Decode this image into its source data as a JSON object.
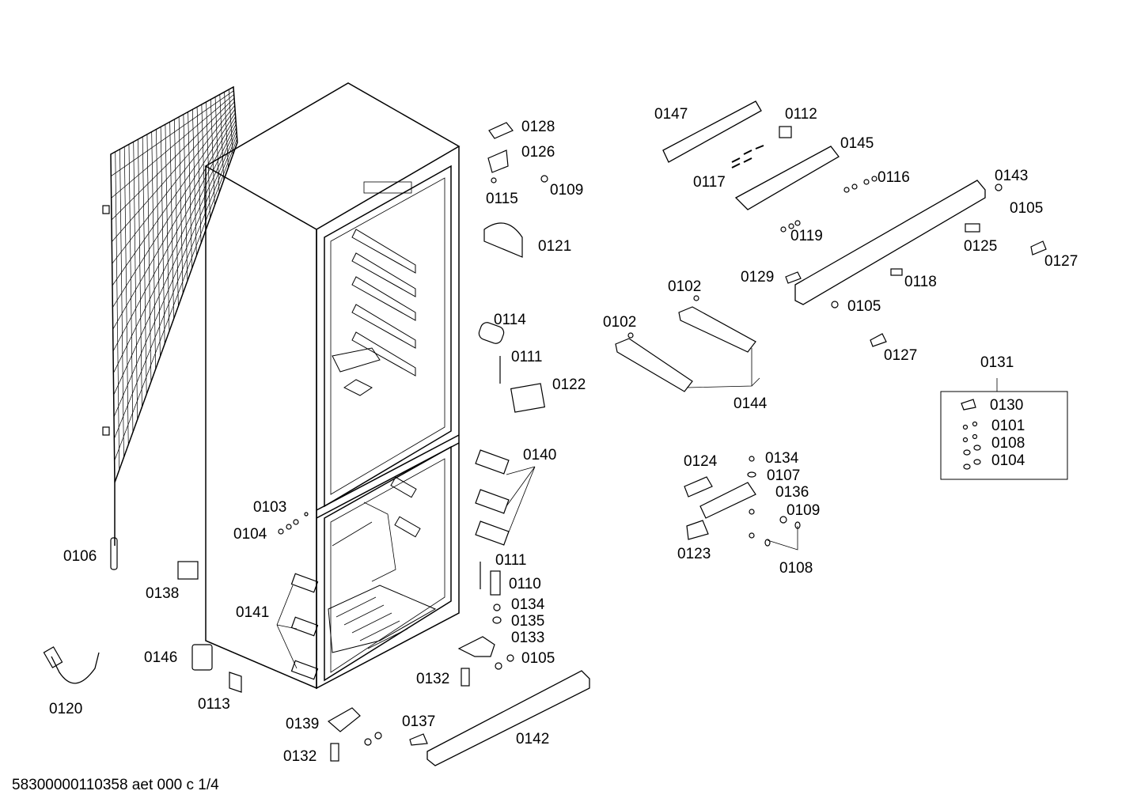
{
  "diagram": {
    "labels": [
      "0128",
      "0126",
      "0115",
      "0109",
      "0121",
      "0114",
      "0111",
      "0122",
      "0140",
      "0103",
      "0104",
      "0106",
      "0138",
      "0141",
      "0146",
      "0113",
      "0120",
      "0111",
      "0110",
      "0134",
      "0135",
      "0133",
      "0105",
      "0132",
      "0139",
      "0137",
      "0142",
      "0132",
      "0147",
      "0112",
      "0145",
      "0117",
      "0116",
      "0143",
      "0105",
      "0119",
      "0125",
      "0127",
      "0129",
      "0118",
      "0105",
      "0102",
      "0102",
      "0127",
      "0144",
      "0131",
      "0130",
      "0101",
      "0108",
      "0104",
      "0124",
      "0134",
      "0107",
      "0136",
      "0109",
      "0123",
      "0108"
    ],
    "footer": "58300000110358 aet 000 c 1/4"
  }
}
